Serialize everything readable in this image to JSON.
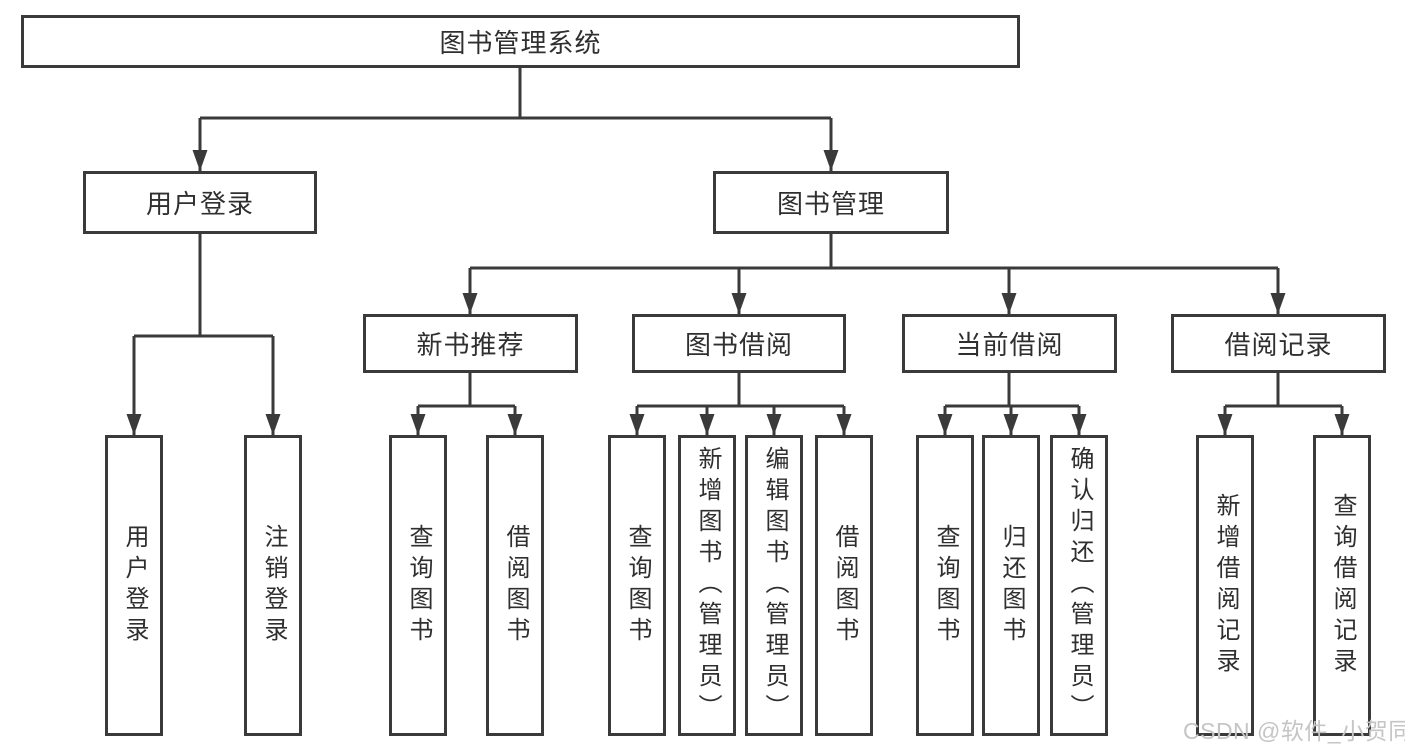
{
  "diagram": {
    "type": "hierarchy-tree",
    "title": "图书管理系统",
    "colors": {
      "line": "#3A3A3A",
      "box_border": "#3A3A3A",
      "text": "#2F2F2F",
      "background": "#FFFFFF",
      "watermark": "#C5C5C5"
    }
  },
  "tree": {
    "root": {
      "label": "图书管理系统",
      "children": [
        {
          "label": "用户登录",
          "children": [
            {
              "label": "用户登录"
            },
            {
              "label": "注销登录"
            }
          ]
        },
        {
          "label": "图书管理",
          "children": [
            {
              "label": "新书推荐",
              "children": [
                {
                  "label": "查询图书"
                },
                {
                  "label": "借阅图书"
                }
              ]
            },
            {
              "label": "图书借阅",
              "children": [
                {
                  "label": "查询图书"
                },
                {
                  "label": "新增图书（管理员）"
                },
                {
                  "label": "编辑图书（管理员）"
                },
                {
                  "label": "借阅图书"
                }
              ]
            },
            {
              "label": "当前借阅",
              "children": [
                {
                  "label": "查询图书"
                },
                {
                  "label": "归还图书"
                },
                {
                  "label": "确认归还（管理员）"
                }
              ]
            },
            {
              "label": "借阅记录",
              "children": [
                {
                  "label": "新增借阅记录"
                },
                {
                  "label": "查询借阅记录"
                }
              ]
            }
          ]
        }
      ]
    }
  },
  "watermark": {
    "text": "CSDN @软件_小贺同学"
  }
}
